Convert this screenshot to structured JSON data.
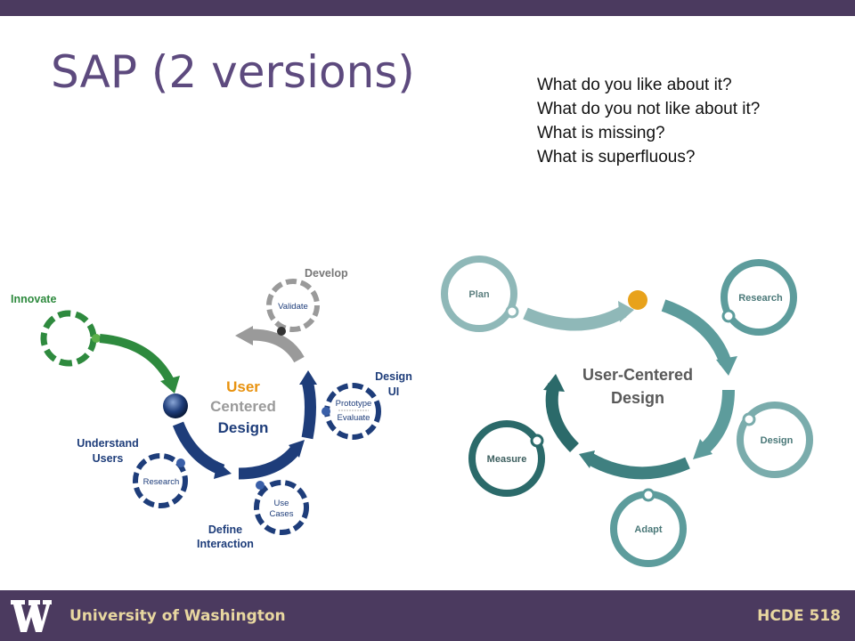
{
  "slide": {
    "title": "SAP (2 versions)",
    "questions": [
      "What do you like about it?",
      "What do you not like about it?",
      "What is missing?",
      "What is superfluous?"
    ]
  },
  "left_diagram": {
    "center_line1": "User",
    "center_line2": "Centered",
    "center_line3": "Design",
    "innovate": "Innovate",
    "develop": "Develop",
    "validate": "Validate",
    "design_ui_1": "Design",
    "design_ui_2": "UI",
    "prototype": "Prototype",
    "evaluate": "Evaluate",
    "understand_1": "Understand",
    "understand_2": "Users",
    "research": "Research",
    "use_cases_1": "Use",
    "use_cases_2": "Cases",
    "define_1": "Define",
    "define_2": "Interaction",
    "colors": {
      "green": "#2e8a3e",
      "navy": "#1e3d7a",
      "orange": "#e8920f",
      "gray": "#9a9a9a"
    }
  },
  "right_diagram": {
    "center_line1": "User-Centered",
    "center_line2": "Design",
    "plan": "Plan",
    "research": "Research",
    "design": "Design",
    "adapt": "Adapt",
    "measure": "Measure",
    "colors": {
      "light": "#8fb8b8",
      "mid": "#4d9090",
      "dark": "#2b6a6a",
      "accent": "#e8a21b"
    }
  },
  "footer": {
    "university": "University of Washington",
    "course": "HCDE 518"
  }
}
